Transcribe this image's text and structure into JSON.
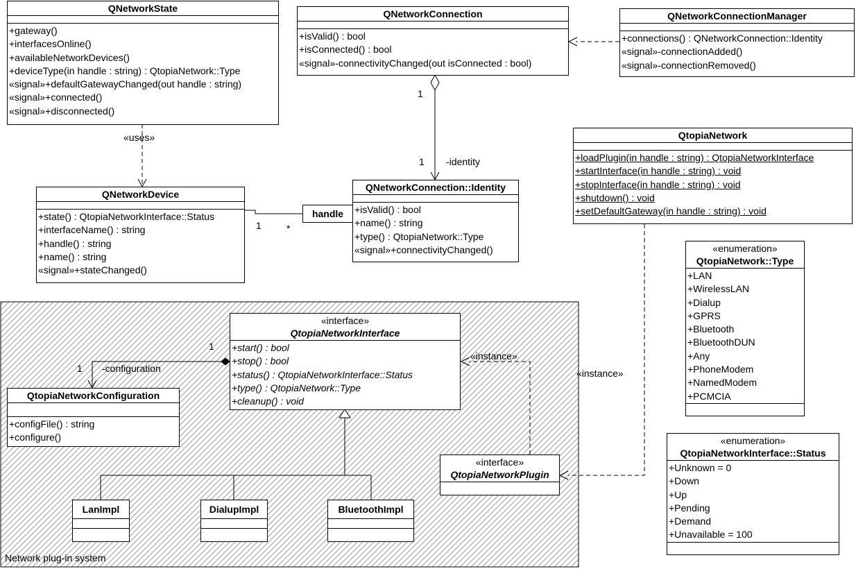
{
  "package": {
    "label": "Network plug-in system"
  },
  "classes": {
    "network_state": {
      "name": "QNetworkState",
      "ops": [
        "+gateway()",
        "+interfacesOnline()",
        "+availableNetworkDevices()",
        "+deviceType(in handle : string) : QtopiaNetwork::Type",
        "«signal»+defaultGatewayChanged(out handle : string)",
        "«signal»+connected()",
        "«signal»+disconnected()"
      ]
    },
    "network_connection": {
      "name": "QNetworkConnection",
      "ops": [
        "+isValid() : bool",
        "+isConnected() : bool",
        "«signal»-connectivityChanged(out isConnected : bool)"
      ]
    },
    "connection_manager": {
      "name": "QNetworkConnectionManager",
      "ops": [
        "+connections() : QNetworkConnection::Identity",
        "«signal»-connectionAdded()",
        "«signal»-connectionRemoved()"
      ]
    },
    "qtopia_network": {
      "name": "QtopiaNetwork",
      "ops": [
        "+loadPlugin(in handle : string) : QtopiaNetworkInterface",
        "+startInterface(in handle : string) : void",
        "+stopInterface(in handle : string) : void",
        "+shutdown() : void",
        "+setDefaultGateway(in handle : string) : void"
      ]
    },
    "network_device": {
      "name": "QNetworkDevice",
      "ops": [
        "+state() : QtopiaNetworkInterface::Status",
        "+interfaceName() : string",
        "+handle() : string",
        "+name() : string",
        "«signal»+stateChanged()"
      ]
    },
    "identity": {
      "name": "QNetworkConnection::Identity",
      "ops": [
        "+isValid() : bool",
        "+name() : string",
        "+type() : QtopiaNetwork::Type",
        "«signal»+connectivityChanged()"
      ]
    },
    "type_enum": {
      "stereotype": "«enumeration»",
      "name": "QtopiaNetwork::Type",
      "ops": [
        "+LAN",
        "+WirelessLAN",
        "+Dialup",
        "+GPRS",
        "+Bluetooth",
        "+BluetoothDUN",
        "+Any",
        "+PhoneModem",
        "+NamedModem",
        "+PCMCIA"
      ]
    },
    "status_enum": {
      "stereotype": "«enumeration»",
      "name": "QtopiaNetworkInterface::Status",
      "ops": [
        "+Unknown = 0",
        "+Down",
        "+Up",
        "+Pending",
        "+Demand",
        "+Unavailable = 100"
      ]
    },
    "network_interface": {
      "stereotype": "«interface»",
      "name": "QtopiaNetworkInterface",
      "ops": [
        "+start() : bool",
        "+stop() : bool",
        "+status() : QtopiaNetworkInterface::Status",
        "+type() : QtopiaNetwork::Type",
        "+cleanup() : void"
      ]
    },
    "network_configuration": {
      "name": "QtopiaNetworkConfiguration",
      "ops": [
        "+configFile() : string",
        "+configure()"
      ]
    },
    "network_plugin": {
      "stereotype": "«interface»",
      "name": "QtopiaNetworkPlugin"
    },
    "lan_impl": {
      "name": "LanImpl"
    },
    "dialup_impl": {
      "name": "DialupImpl"
    },
    "bluetooth_impl": {
      "name": "BluetoothImpl"
    }
  },
  "relations": {
    "uses": "«uses»",
    "conn_mult": "1",
    "identity_mult": "1",
    "identity_role": "-identity",
    "handle_qualifier": "handle",
    "device_mult": "1",
    "identity_many": "*",
    "config_mult": "1",
    "config_role": "-configuration",
    "iface_mult": "1",
    "instance_1": "«instance»",
    "instance_2": "«instance»"
  }
}
